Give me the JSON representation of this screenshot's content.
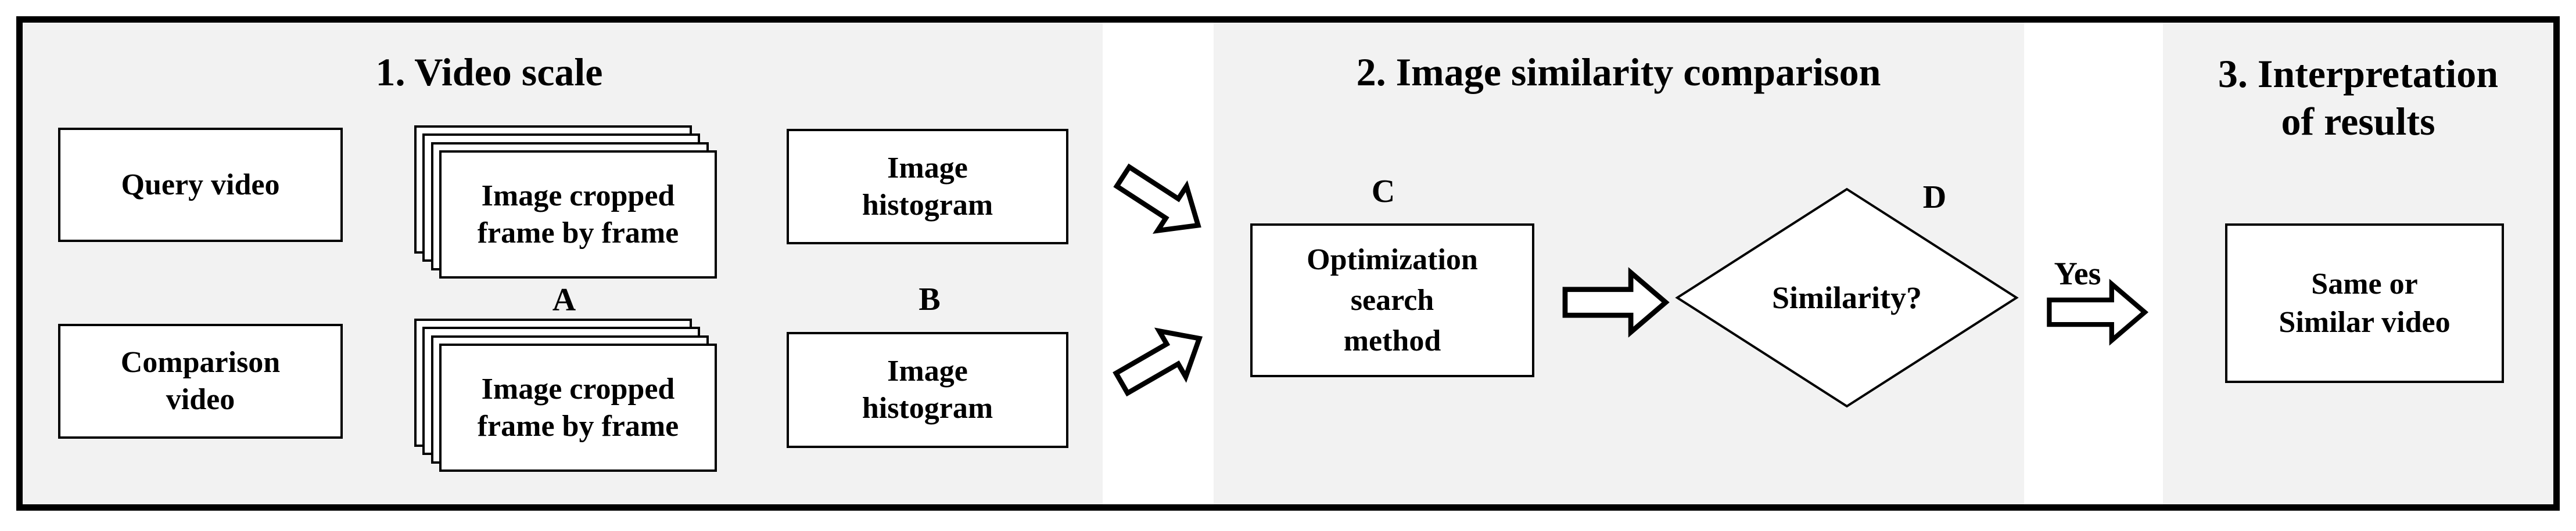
{
  "figure": {
    "type": "flowchart",
    "colors": {
      "panel_bg": "#f2f2f2",
      "node_bg": "#ffffff",
      "stroke": "#000000"
    }
  },
  "section1": {
    "title": "1. Video scale",
    "query_box": "Query video",
    "comparison": {
      "line1": "Comparison",
      "line2": "video"
    },
    "stack": {
      "line1": "Image cropped",
      "line2": "frame by frame"
    },
    "histogram": {
      "line1": "Image",
      "line2": "histogram"
    },
    "label_a": "A",
    "label_b": "B"
  },
  "section2": {
    "title": "2. Image similarity comparison",
    "label_c": "C",
    "label_d": "D",
    "optimization": {
      "line1": "Optimization",
      "line2": "search",
      "line3": "method"
    },
    "decision": "Similarity?",
    "yes_label": "Yes"
  },
  "section3": {
    "title": {
      "line1": "3. Interpretation",
      "line2": "of results"
    },
    "result": {
      "line1": "Same or",
      "line2": "Similar video"
    }
  }
}
